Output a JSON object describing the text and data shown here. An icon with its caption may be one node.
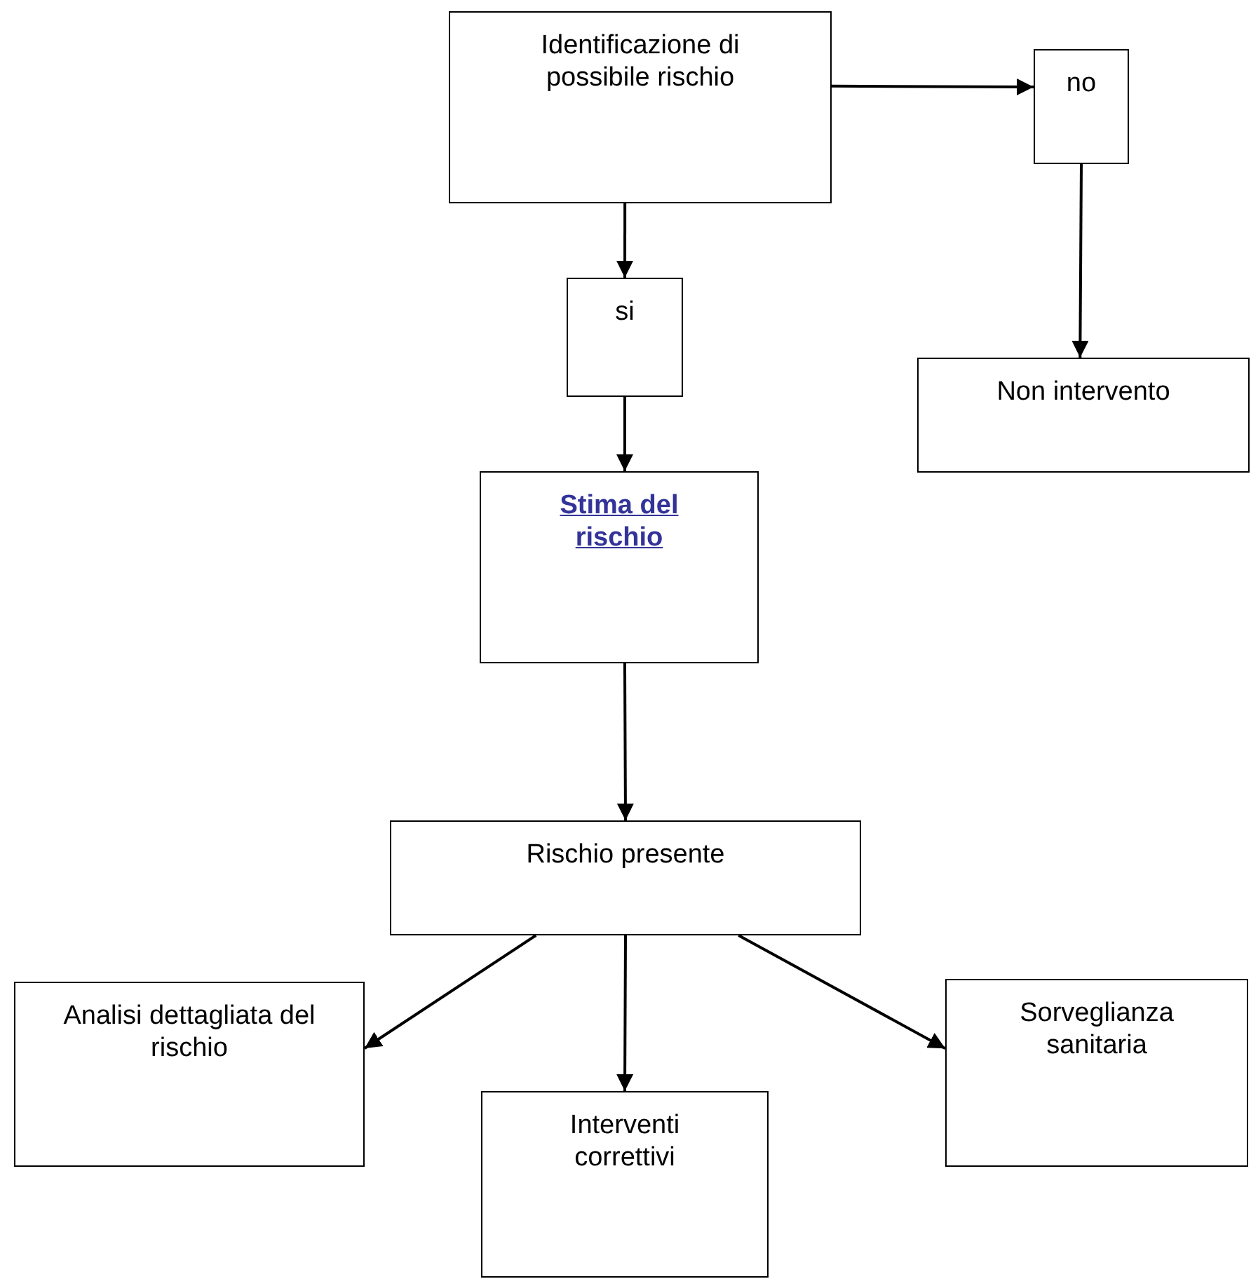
{
  "diagram": {
    "nodes": [
      {
        "text": [
          "Identificazione di possibile rischio"
        ]
      },
      {
        "text": [
          "no"
        ]
      },
      {
        "text": [
          "si"
        ]
      },
      {
        "text": [
          "Non intervento"
        ]
      },
      {
        "text": [
          "Stima del rischio"
        ]
      },
      {
        "text": [
          "Rischio presente"
        ]
      },
      {
        "text": [
          "Analisi dettagliata del rischio"
        ]
      },
      {
        "text": [
          "Interventi correttivi"
        ]
      },
      {
        "text": [
          "Sorveglianza sanitaria"
        ]
      }
    ],
    "edges": [
      {
        "from": 0,
        "to": 1,
        "arrow": "to"
      },
      {
        "from": 1,
        "to": 3,
        "arrow": "to"
      },
      {
        "from": 0,
        "to": 2,
        "arrow": "to"
      },
      {
        "from": 2,
        "to": 4,
        "arrow": "to"
      },
      {
        "from": 4,
        "to": 5,
        "arrow": "to"
      },
      {
        "from": 5,
        "to": 6,
        "arrow": "to"
      },
      {
        "from": 5,
        "to": 7,
        "arrow": "to"
      },
      {
        "from": 5,
        "to": 8,
        "arrow": "to"
      }
    ]
  }
}
